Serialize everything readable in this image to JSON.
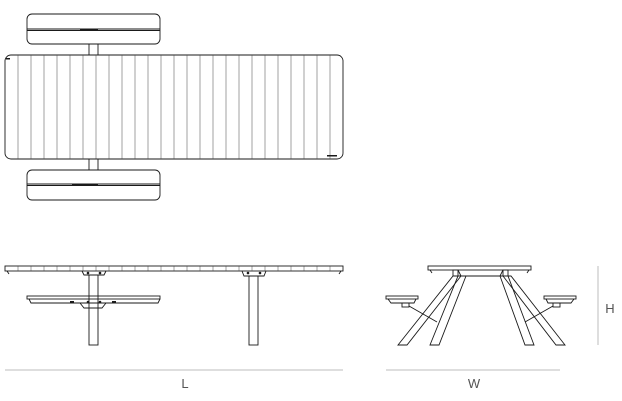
{
  "dimensions": {
    "length_label": "L",
    "width_label": "W",
    "height_label": "H"
  },
  "colors": {
    "line": "#1a1a1a",
    "dimension_line": "#bdbdbd",
    "label": "#555555",
    "background": "#ffffff"
  }
}
